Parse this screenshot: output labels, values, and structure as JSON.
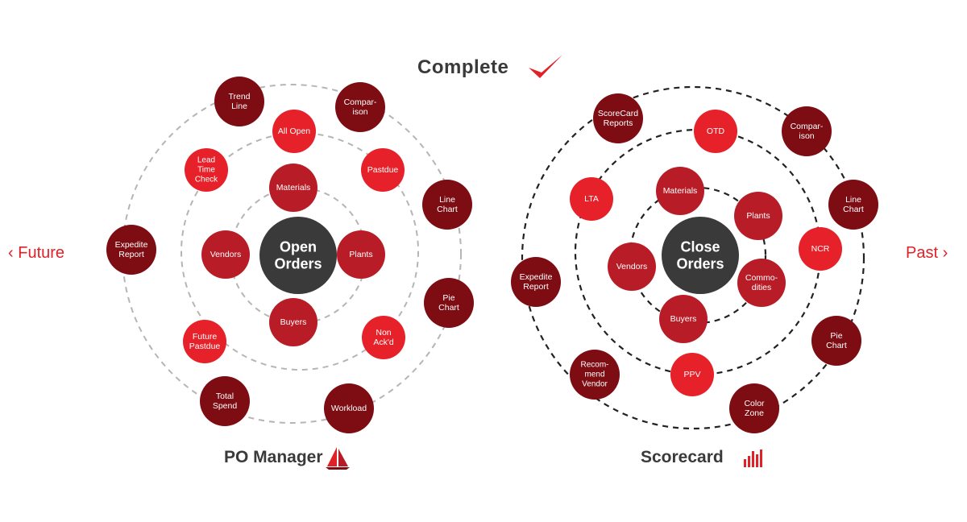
{
  "header": {
    "title": "Complete"
  },
  "sides": {
    "left": "Future",
    "right": "Past"
  },
  "colors": {
    "bright": "#e62129",
    "mid": "#b81d27",
    "dark": "#7d0c13",
    "center": "#3a3a3a",
    "ring_gray": "#b5b5b5",
    "ring_black": "#222222"
  },
  "icons": {
    "check": "checkmark-icon",
    "po_logo": "sail-logo-icon",
    "scorecard_logo": "bar-chart-icon"
  },
  "diagrams": [
    {
      "label": "PO Manager",
      "center": [
        "Open",
        "Orders"
      ],
      "nodes": [
        {
          "text": [
            "Trend",
            "Line"
          ],
          "tone": "dark"
        },
        {
          "text": [
            "Compar-",
            "ison"
          ],
          "tone": "dark"
        },
        {
          "text": [
            "Line",
            "Chart"
          ],
          "tone": "dark"
        },
        {
          "text": [
            "Pie",
            "Chart"
          ],
          "tone": "dark"
        },
        {
          "text": [
            "Workload"
          ],
          "tone": "dark"
        },
        {
          "text": [
            "Total",
            "Spend"
          ],
          "tone": "dark"
        },
        {
          "text": [
            "Expedite",
            "Report"
          ],
          "tone": "dark"
        },
        {
          "text": [
            "All Open"
          ],
          "tone": "bright"
        },
        {
          "text": [
            "Pastdue"
          ],
          "tone": "bright"
        },
        {
          "text": [
            "Non",
            "Ack'd"
          ],
          "tone": "bright"
        },
        {
          "text": [
            "Future",
            "Pastdue"
          ],
          "tone": "bright"
        },
        {
          "text": [
            "Lead",
            "Time",
            "Check"
          ],
          "tone": "bright"
        },
        {
          "text": [
            "Materials"
          ],
          "tone": "mid"
        },
        {
          "text": [
            "Plants"
          ],
          "tone": "mid"
        },
        {
          "text": [
            "Buyers"
          ],
          "tone": "mid"
        },
        {
          "text": [
            "Vendors"
          ],
          "tone": "mid"
        }
      ]
    },
    {
      "label": "Scorecard",
      "center": [
        "Close",
        "Orders"
      ],
      "nodes": [
        {
          "text": [
            "ScoreCard",
            "Reports"
          ],
          "tone": "dark"
        },
        {
          "text": [
            "Compar-",
            "ison"
          ],
          "tone": "dark"
        },
        {
          "text": [
            "Line",
            "Chart"
          ],
          "tone": "dark"
        },
        {
          "text": [
            "Pie",
            "Chart"
          ],
          "tone": "dark"
        },
        {
          "text": [
            "Color",
            "Zone"
          ],
          "tone": "dark"
        },
        {
          "text": [
            "Recom-",
            "mend",
            "Vendor"
          ],
          "tone": "dark"
        },
        {
          "text": [
            "Expedite",
            "Report"
          ],
          "tone": "dark"
        },
        {
          "text": [
            "OTD"
          ],
          "tone": "bright"
        },
        {
          "text": [
            "NCR"
          ],
          "tone": "bright"
        },
        {
          "text": [
            "PPV"
          ],
          "tone": "bright"
        },
        {
          "text": [
            "LTA"
          ],
          "tone": "bright"
        },
        {
          "text": [
            "Materials"
          ],
          "tone": "mid"
        },
        {
          "text": [
            "Plants"
          ],
          "tone": "mid"
        },
        {
          "text": [
            "Commo-",
            "dities"
          ],
          "tone": "mid"
        },
        {
          "text": [
            "Buyers"
          ],
          "tone": "mid"
        },
        {
          "text": [
            "Vendors"
          ],
          "tone": "mid"
        }
      ]
    }
  ]
}
